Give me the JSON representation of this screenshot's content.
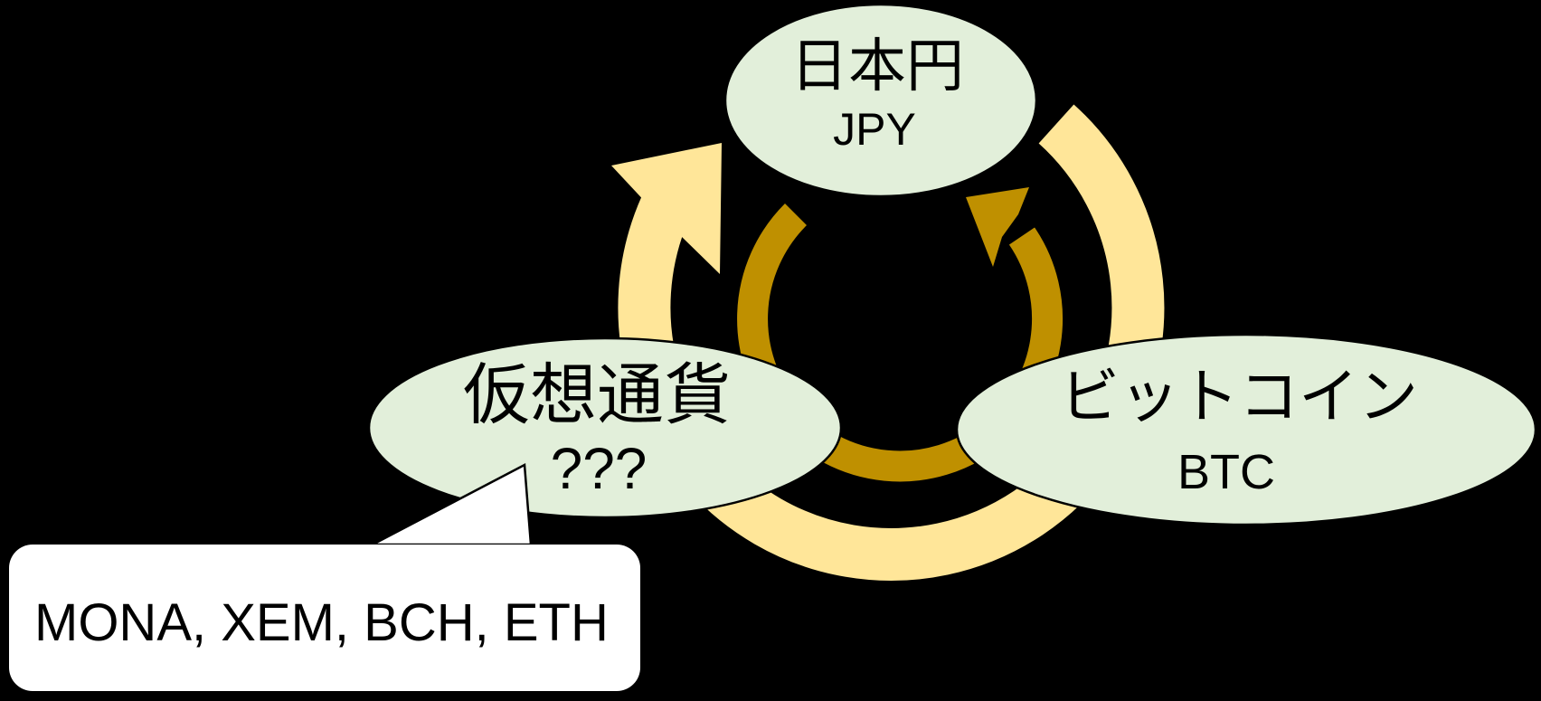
{
  "canvas": {
    "background": "#000000"
  },
  "colors": {
    "node_fill": "#e2efda",
    "node_border": "#000000",
    "outer_arrow": "#ffe699",
    "inner_arrow": "#bf9000",
    "callout_fill": "#ffffff",
    "text": "#000000"
  },
  "nodes": {
    "jpy": {
      "title": "日本円",
      "code": "JPY"
    },
    "crypto": {
      "title": "仮想通貨",
      "code": "???"
    },
    "btc": {
      "title": "ビットコイン",
      "code": "BTC"
    }
  },
  "callout": {
    "text": "MONA, XEM, BCH, ETH"
  }
}
